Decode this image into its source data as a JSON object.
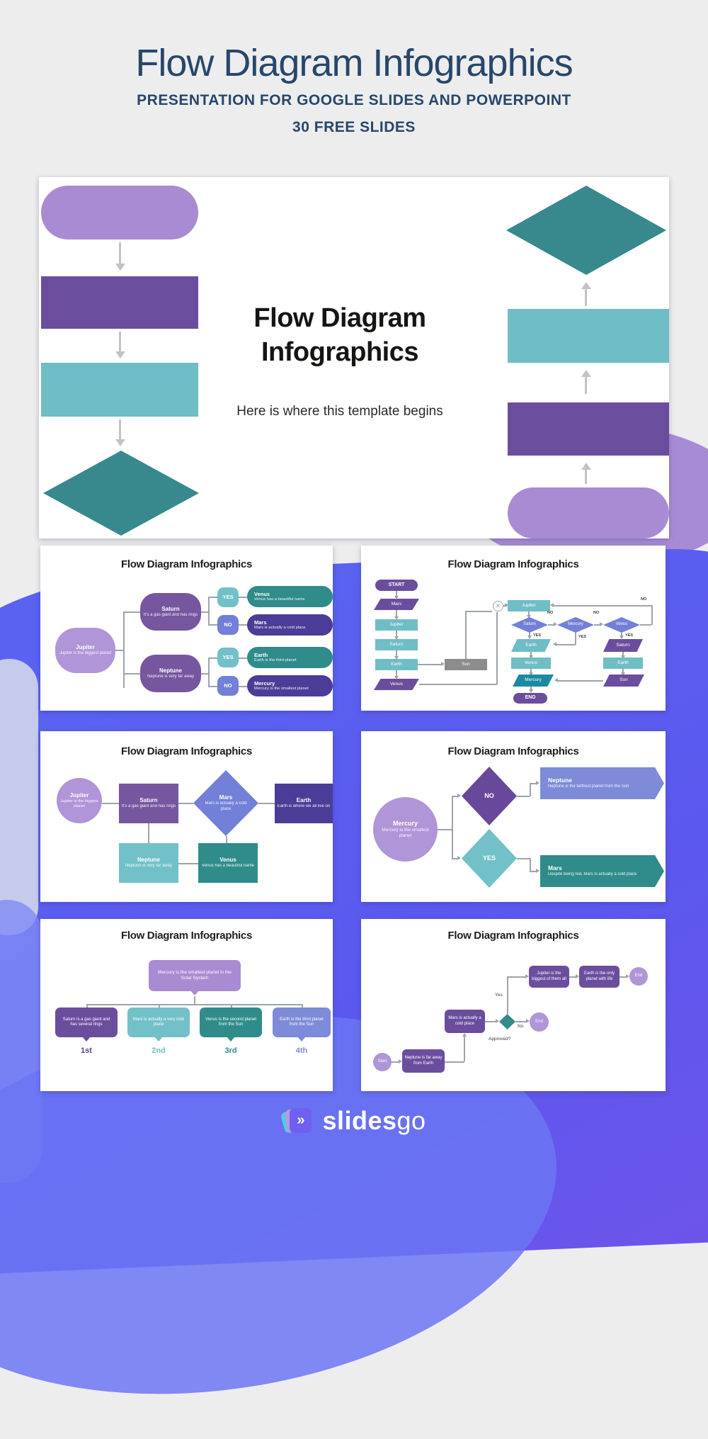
{
  "palette": {
    "background_gray": "#ededee",
    "background_blue": "#5a63f1",
    "background_purple_blob": "#a78cd5",
    "navy_text": "#27476b",
    "lavender": "#a98bd3",
    "purple": "#6b4d9e",
    "dark_indigo": "#4b3d97",
    "light_teal": "#6fbdc5",
    "dark_teal": "#37898e",
    "pill_teal": "#2f8c8a",
    "blue_purple": "#7280d8",
    "cyan": "#1b8aa1",
    "node_gray": "#8c8c8c",
    "connector_gray": "#9ea3ab"
  },
  "header": {
    "title": "Flow Diagram Infographics",
    "subtitle": "PRESENTATION FOR GOOGLE SLIDES AND POWERPOINT",
    "slides_count": "30 FREE SLIDES"
  },
  "main_slide": {
    "title_line1": "Flow Diagram",
    "title_line2": "Infographics",
    "subtitle": "Here is where this template begins"
  },
  "thumb_title": "Flow Diagram Infographics",
  "t1": {
    "jupiter": {
      "name": "Jupiter",
      "desc": "Jupiter is the biggest planet"
    },
    "saturn": {
      "name": "Saturn",
      "desc": "It's a gas giant and has rings"
    },
    "neptune": {
      "name": "Neptune",
      "desc": "Neptune is very far away"
    },
    "venus": {
      "name": "Venus",
      "desc": "Venus has a beautiful name"
    },
    "mars": {
      "name": "Mars",
      "desc": "Mars is actually a cold place"
    },
    "earth": {
      "name": "Earth",
      "desc": "Earth is the third planet"
    },
    "mercury": {
      "name": "Mercury",
      "desc": "Mercury is the smallest planet"
    },
    "yes": "YES",
    "no": "NO"
  },
  "t2": {
    "start": "START",
    "end": "END",
    "mars": "Mars",
    "jupiter": "Jupiter",
    "saturn": "Saturn",
    "earth": "Earth",
    "venus": "Venus",
    "sun": "Sun",
    "mercury": "Mercury",
    "yes": "YES",
    "no": "NO",
    "junction": "✕"
  },
  "t3": {
    "jupiter": {
      "name": "Jupiter",
      "desc": "Jupiter is the biggest planet"
    },
    "saturn": {
      "name": "Saturn",
      "desc": "It's a gas giant and has rings"
    },
    "mars": {
      "name": "Mars",
      "desc": "Mars is actually a cold place"
    },
    "earth": {
      "name": "Earth",
      "desc": "Earth is where we all live on"
    },
    "neptune": {
      "name": "Neptune",
      "desc": "Neptune is very far away"
    },
    "venus": {
      "name": "Venus",
      "desc": "Venus has a beautiful name"
    }
  },
  "t4": {
    "mercury": {
      "name": "Mercury",
      "desc": "Mercury is the smallest planet"
    },
    "no": "NO",
    "yes": "YES",
    "neptune": {
      "name": "Neptune",
      "desc": "Neptune is the farthest planet from the Sun"
    },
    "mars": {
      "name": "Mars",
      "desc": "Despite being red, Mars is actually a cold place"
    }
  },
  "t5": {
    "top": "Mercury is the smallest planet in the Solar System",
    "items": [
      {
        "text": "Saturn is a gas giant and has several rings",
        "label": "1st"
      },
      {
        "text": "Mars is actually a very cold place",
        "label": "2nd"
      },
      {
        "text": "Venus is the second planet from the Sun",
        "label": "3rd"
      },
      {
        "text": "Earth is the third planet from the Sun",
        "label": "4th"
      }
    ]
  },
  "t6": {
    "start": "Start",
    "step1": "Neptune is far away from Earth",
    "step2": "Mars is actually a cold place",
    "approved": "Approved?",
    "yes": "Yes",
    "no": "No",
    "end1": "End",
    "step3": "Jupiter is the biggest of them all",
    "step4": "Earth is the only planet with life",
    "end2": "End"
  },
  "footer": {
    "brand_bold": "slides",
    "brand_light": "go"
  }
}
